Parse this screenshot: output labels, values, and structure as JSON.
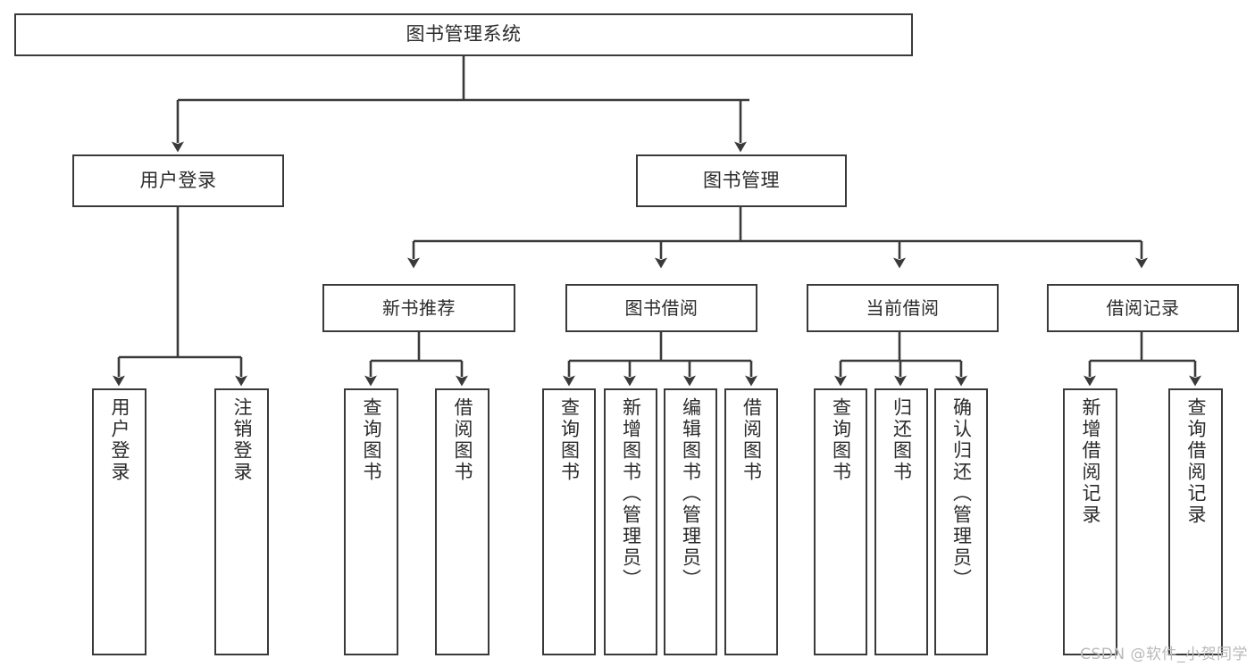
{
  "diagram": {
    "type": "tree-hierarchy-chart",
    "title": "图书管理系统",
    "accent_color": "#3a3a3a",
    "text_color": "#2b2b2b",
    "background_color": "#ffffff",
    "root": {
      "label": "图书管理系统"
    },
    "level1": [
      {
        "label": "用户登录"
      },
      {
        "label": "图书管理"
      }
    ],
    "level2": [
      {
        "label": "新书推荐"
      },
      {
        "label": "图书借阅"
      },
      {
        "label": "当前借阅"
      },
      {
        "label": "借阅记录"
      }
    ],
    "leaves": {
      "user_login": [
        {
          "label": "用户登录"
        },
        {
          "label": "注销登录"
        }
      ],
      "new_book": [
        {
          "label": "查询图书"
        },
        {
          "label": "借阅图书"
        }
      ],
      "book_borrow": [
        {
          "label": "查询图书"
        },
        {
          "label": "新增图书（管理员）"
        },
        {
          "label": "编辑图书（管理员）"
        },
        {
          "label": "借阅图书"
        }
      ],
      "current_borrow": [
        {
          "label": "查询图书"
        },
        {
          "label": "归还图书"
        },
        {
          "label": "确认归还（管理员）"
        }
      ],
      "borrow_record": [
        {
          "label": "新增借阅记录"
        },
        {
          "label": "查询借阅记录"
        }
      ]
    }
  },
  "watermark": {
    "text": "CSDN @软件_小贺同学"
  }
}
